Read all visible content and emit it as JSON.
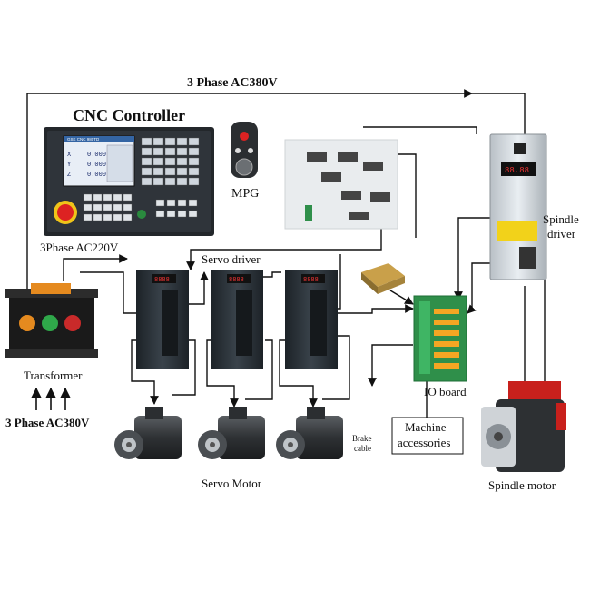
{
  "labels": {
    "top_power": "3 Phase AC380V",
    "cnc_controller": "CNC Controller",
    "mpg": "MPG",
    "spindle_driver_1": "Spindle",
    "spindle_driver_2": "driver",
    "ac220v": "3Phase AC220V",
    "servo_driver": "Servo driver",
    "transformer": "Transformer",
    "bottom_power": "3 Phase AC380V",
    "io_board": "IO board",
    "machine_accessories_1": "Machine",
    "machine_accessories_2": "accessories",
    "brake_cable_1": "Brake",
    "brake_cable_2": "cable",
    "servo_motor": "Servo Motor",
    "spindle_motor": "Spindle motor"
  },
  "cnc_screen": {
    "header": "GSK CNC 980TD",
    "axes": [
      "X",
      "Y",
      "Z"
    ],
    "values": [
      "0.000",
      "0.000",
      "0.000"
    ]
  },
  "spindle_driver_display": "88.88",
  "servo_display": "8888",
  "colors": {
    "wire": "#111111",
    "panel_dark": "#1f2327",
    "driver_body": "#2b3238",
    "motor_body": "#3a3d40",
    "spindle_red": "#c8201c",
    "io_green": "#2f8f4a",
    "transformer_orange": "#e58a1f"
  }
}
